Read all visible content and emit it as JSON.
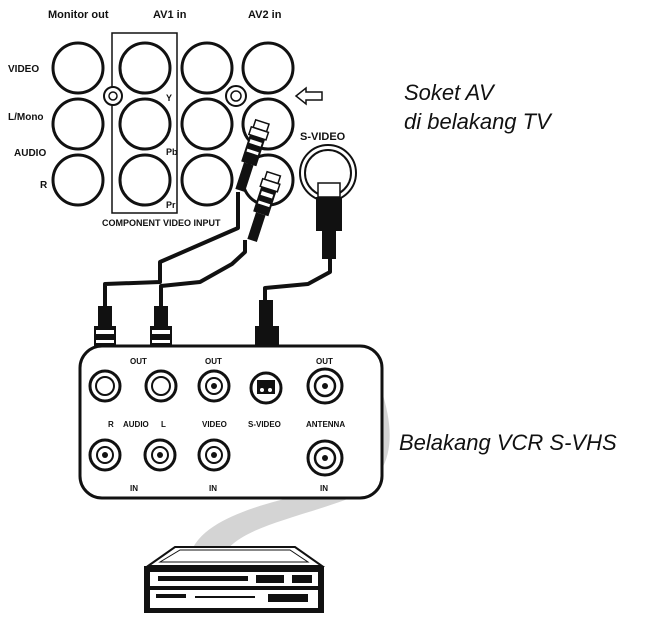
{
  "tv_panel": {
    "header_monitor_out": "Monitor out",
    "header_av1_in": "AV1 in",
    "header_av2_in": "AV2 in",
    "row_video": "VIDEO",
    "row_l_mono": "L/Mono",
    "row_audio": "AUDIO",
    "row_r": "R",
    "comp_y": "Y",
    "comp_pb": "Pb",
    "comp_pr": "Pr",
    "component_caption": "COMPONENT VIDEO INPUT",
    "svideo_label": "S-VIDEO"
  },
  "vcr_panel": {
    "out_1": "OUT",
    "out_2": "OUT",
    "out_3": "OUT",
    "label_r": "R",
    "label_audio": "AUDIO",
    "label_l": "L",
    "label_video": "VIDEO",
    "label_svideo": "S-VIDEO",
    "label_antenna": "ANTENNA",
    "in_1": "IN",
    "in_2": "IN",
    "in_3": "IN"
  },
  "captions": {
    "tv_line1": "Soket AV",
    "tv_line2": "di belakang TV",
    "vcr": "Belakang VCR S-VHS"
  }
}
